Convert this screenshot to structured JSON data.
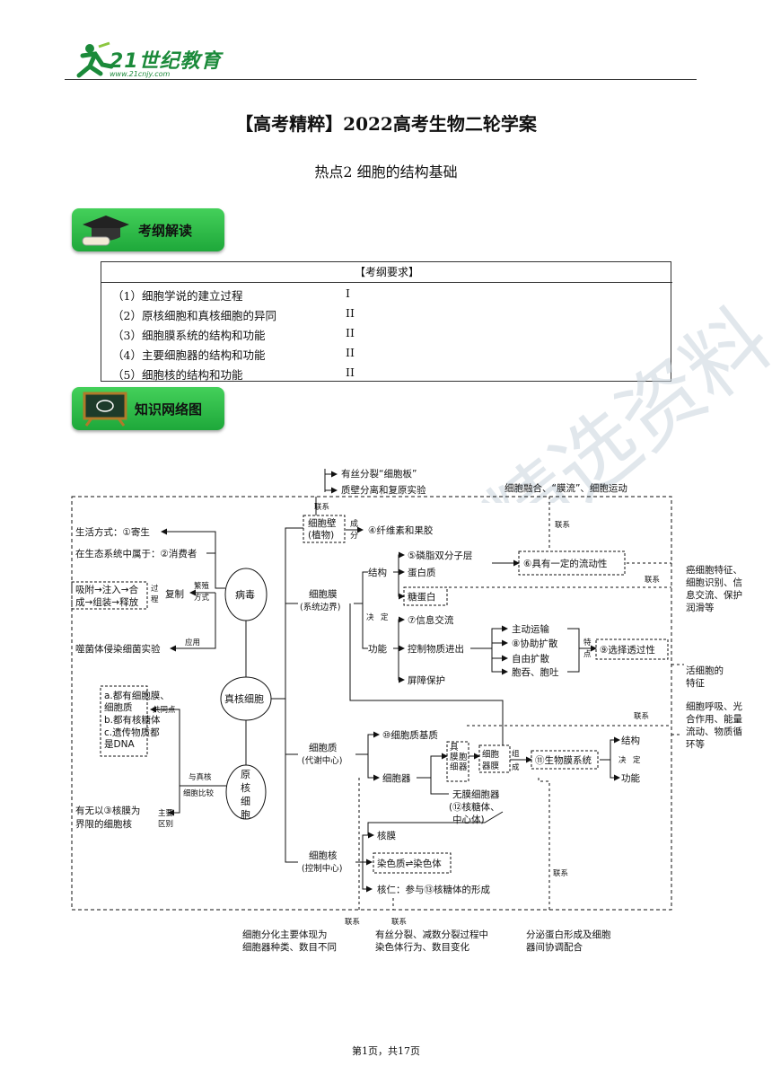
{
  "logo": {
    "text": "21世纪教育",
    "url": "www.21cnjy.com",
    "logo_name": "21st-century-education-logo"
  },
  "title": "【高考精粹】2022高考生物二轮学案",
  "subtitle": "热点2   细胞的结构基础",
  "banners": {
    "syllabus": "考纲解读",
    "network": "知识网络图"
  },
  "requirements": {
    "header": "【考纲要求】",
    "rows": [
      {
        "item": "（1）细胞学说的建立过程",
        "level": "I"
      },
      {
        "item": "（2）原核细胞和真核细胞的异同",
        "level": "II"
      },
      {
        "item": "（3）细胞膜系统的结构和功能",
        "level": "II"
      },
      {
        "item": "（4）主要细胞器的结构和功能",
        "level": "II"
      },
      {
        "item": "（5）细胞核的结构和功能",
        "level": "II"
      }
    ]
  },
  "watermark": "精选资料",
  "diagram": {
    "top_notes": [
      "有丝分裂“细胞板”",
      "质壁分离和复原实验"
    ],
    "link": "联系",
    "cell_wall": [
      "细胞壁",
      "(植物)"
    ],
    "compose": [
      "成",
      "分"
    ],
    "n4": "④纤维素和果胶",
    "top_right": "细胞融合、“膜流”、细胞运动",
    "life_mode": "生活方式：①寄生",
    "eco": "在生态系统中属于：②消费者",
    "repro_box": [
      "吸附→注入→合",
      "成→组装→释放"
    ],
    "process": [
      "过",
      "程"
    ],
    "replicate": "复制",
    "repro_way": [
      "繁殖",
      "方式"
    ],
    "virus": "病毒",
    "application": "应用",
    "phage": "噬菌体侵染细菌实验",
    "membrane": [
      "细胞膜",
      "(系统边界)"
    ],
    "structure": "结构",
    "n5": "⑤磷脂双分子层",
    "protein": "蛋白质",
    "n6": "⑥具有一定的流动性",
    "glycoprotein": "糖蛋白",
    "right_notes_1": [
      "癌细胞特征、",
      "细胞识别、信",
      "息交流、保护",
      "润滑等"
    ],
    "decide": [
      "决",
      "定"
    ],
    "n7": "⑦信息交流",
    "function": "功能",
    "control": "控制物质进出",
    "active": "主动运输",
    "n8": "⑧协助扩散",
    "free": "自由扩散",
    "endo": "胞吞、胞吐",
    "feature": [
      "特",
      "点"
    ],
    "n9": "⑨选择透过性",
    "barrier": "屏障保护",
    "live_cell": [
      "活细胞的",
      "特征"
    ],
    "eukaryote": "真核细胞",
    "common_box": [
      "a.都有细胞膜、",
      "细胞质",
      "b.都有核糖体",
      "c.遗传物质都",
      "是DNA"
    ],
    "common": "共同点",
    "compare": [
      "与真核",
      "细胞比较"
    ],
    "prokaryote": [
      "原",
      "核",
      "细",
      "胞"
    ],
    "main_diff": [
      "主要",
      "区别"
    ],
    "nucleus_note": [
      "有无以③核膜为",
      "界限的细胞核"
    ],
    "cytoplasm": [
      "细胞质",
      "(代谢中心)"
    ],
    "n10": "⑩细胞质基质",
    "organelle": "细胞器",
    "membrane_org": [
      "具",
      "膜",
      "细",
      "胞",
      "器"
    ],
    "org_membrane": [
      "细胞",
      "器膜"
    ],
    "compose2": [
      "组",
      "成"
    ],
    "n11": "⑪生物膜系统",
    "struct2": "结构",
    "func2": "功能",
    "right_notes_2": [
      "细胞呼吸、光",
      "合作用、能量",
      "流动、物质循",
      "环等"
    ],
    "no_membrane": [
      "无膜细胞器",
      "(⑫核糖体、",
      "中心体)"
    ],
    "nucleus": [
      "细胞核",
      "(控制中心)"
    ],
    "nuclear_membrane": "核膜",
    "chromatin": "染色质⇌染色体",
    "nucleolus": "核仁：参与⑬核糖体的形成",
    "bottom_notes": [
      [
        "细胞分化主要体现为",
        "细胞器种类、数目不同"
      ],
      [
        "有丝分裂、减数分裂过程中",
        "染色体行为、数目变化"
      ],
      [
        "分泌蛋白形成及细胞",
        "器间协调配合"
      ]
    ]
  },
  "footer": "第1页，共17页"
}
